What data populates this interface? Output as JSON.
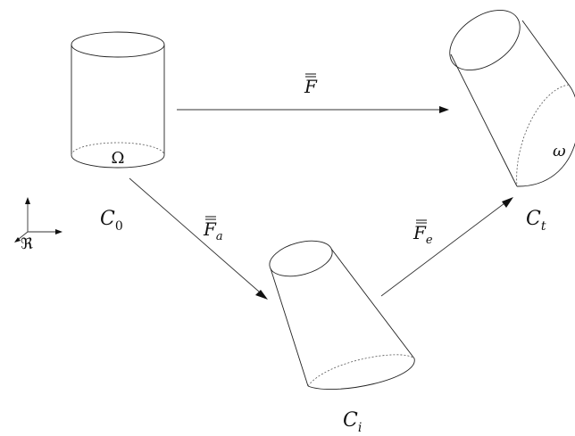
{
  "configurations": {
    "reference": {
      "base": "C",
      "sub": "0"
    },
    "intermediate": {
      "base": "C",
      "sub": "i"
    },
    "current": {
      "base": "C",
      "sub": "t"
    }
  },
  "domains": {
    "reference": "Ω",
    "current": "ω"
  },
  "mappings": {
    "total": {
      "base": "F",
      "sub": ""
    },
    "anelastic": {
      "base": "F",
      "sub": "a"
    },
    "elastic": {
      "base": "F",
      "sub": "e"
    }
  },
  "frame_label": "ℜ"
}
